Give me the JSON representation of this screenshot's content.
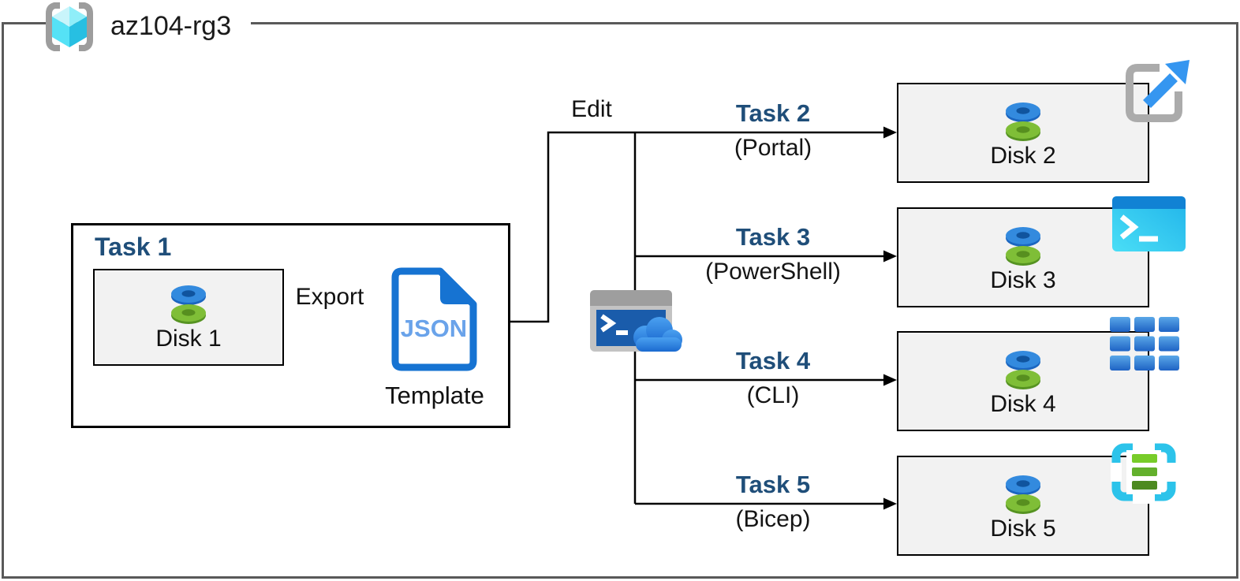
{
  "resource_group": {
    "name": "az104-rg3"
  },
  "edit_label": "Edit",
  "task1": {
    "title": "Task 1",
    "disk": "Disk 1",
    "export_label": "Export",
    "json_doc_text": "JSON",
    "template_caption": "Template"
  },
  "branches": [
    {
      "task": "Task 2",
      "method": "(Portal)",
      "disk": "Disk 2"
    },
    {
      "task": "Task 3",
      "method": "(PowerShell)",
      "disk": "Disk 3"
    },
    {
      "task": "Task 4",
      "method": "(CLI)",
      "disk": "Disk 4"
    },
    {
      "task": "Task 5",
      "method": "(Bicep)",
      "disk": "Disk 5"
    }
  ],
  "icons": {
    "resource_group": "azure-resource-group-icon",
    "disk": "managed-disk-icon",
    "json_template": "json-document-icon",
    "cloud_shell": "cloud-shell-terminal-icon",
    "portal": "launch-portal-arrow-icon",
    "powershell": "powershell-terminal-icon",
    "cli": "cli-grid-icon",
    "bicep": "bicep-template-icon"
  },
  "colors": {
    "task_title_blue": "#1f4e79",
    "box_fill_gray": "#f2f2f2",
    "outer_border_gray": "#595959",
    "doc_blue": "#1673d2",
    "json_text_blue": "#6aa3ea",
    "disk_top_blue": "#338ade",
    "disk_top_green": "#7fbe37",
    "cloud_blue": "#2e82e2",
    "powershell_cyan": "#35cdf2",
    "bicep_cyan": "#2cc3ea"
  }
}
